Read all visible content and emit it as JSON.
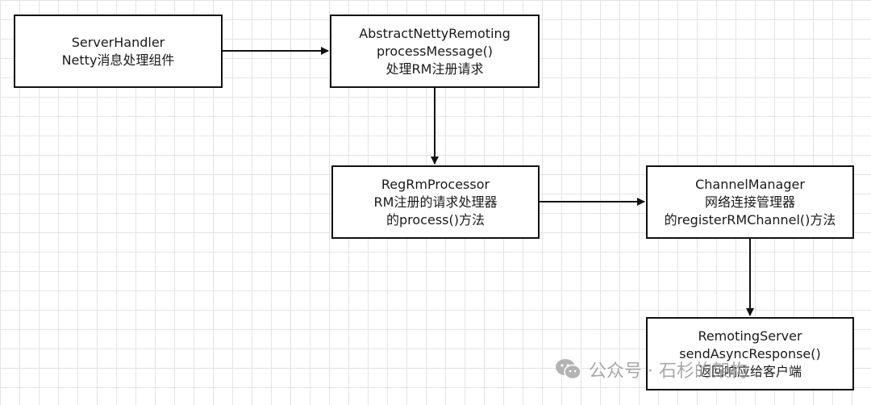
{
  "nodes": [
    {
      "id": "n1",
      "lines": [
        "ServerHandler",
        "Netty消息处理组件"
      ]
    },
    {
      "id": "n2",
      "lines": [
        "AbstractNettyRemoting",
        "processMessage()",
        "处理RM注册请求"
      ]
    },
    {
      "id": "n3",
      "lines": [
        "RegRmProcessor",
        "RM注册的请求处理器",
        "的process()方法"
      ]
    },
    {
      "id": "n4",
      "lines": [
        "ChannelManager",
        "网络连接管理器",
        "的registerRMChannel()方法"
      ]
    },
    {
      "id": "n5",
      "lines": [
        "RemotingServer",
        "sendAsyncResponse()",
        "返回响应给客户端"
      ]
    }
  ],
  "edges": [
    {
      "from": "n1",
      "to": "n2"
    },
    {
      "from": "n2",
      "to": "n3"
    },
    {
      "from": "n3",
      "to": "n4"
    },
    {
      "from": "n4",
      "to": "n5"
    }
  ],
  "watermark": {
    "text": "公众号 · 石杉的架构",
    "icon": "wechat-icon"
  },
  "colors": {
    "stroke": "#111111",
    "grid": "#e4e4e4",
    "watermark": "#9a9a9a"
  }
}
